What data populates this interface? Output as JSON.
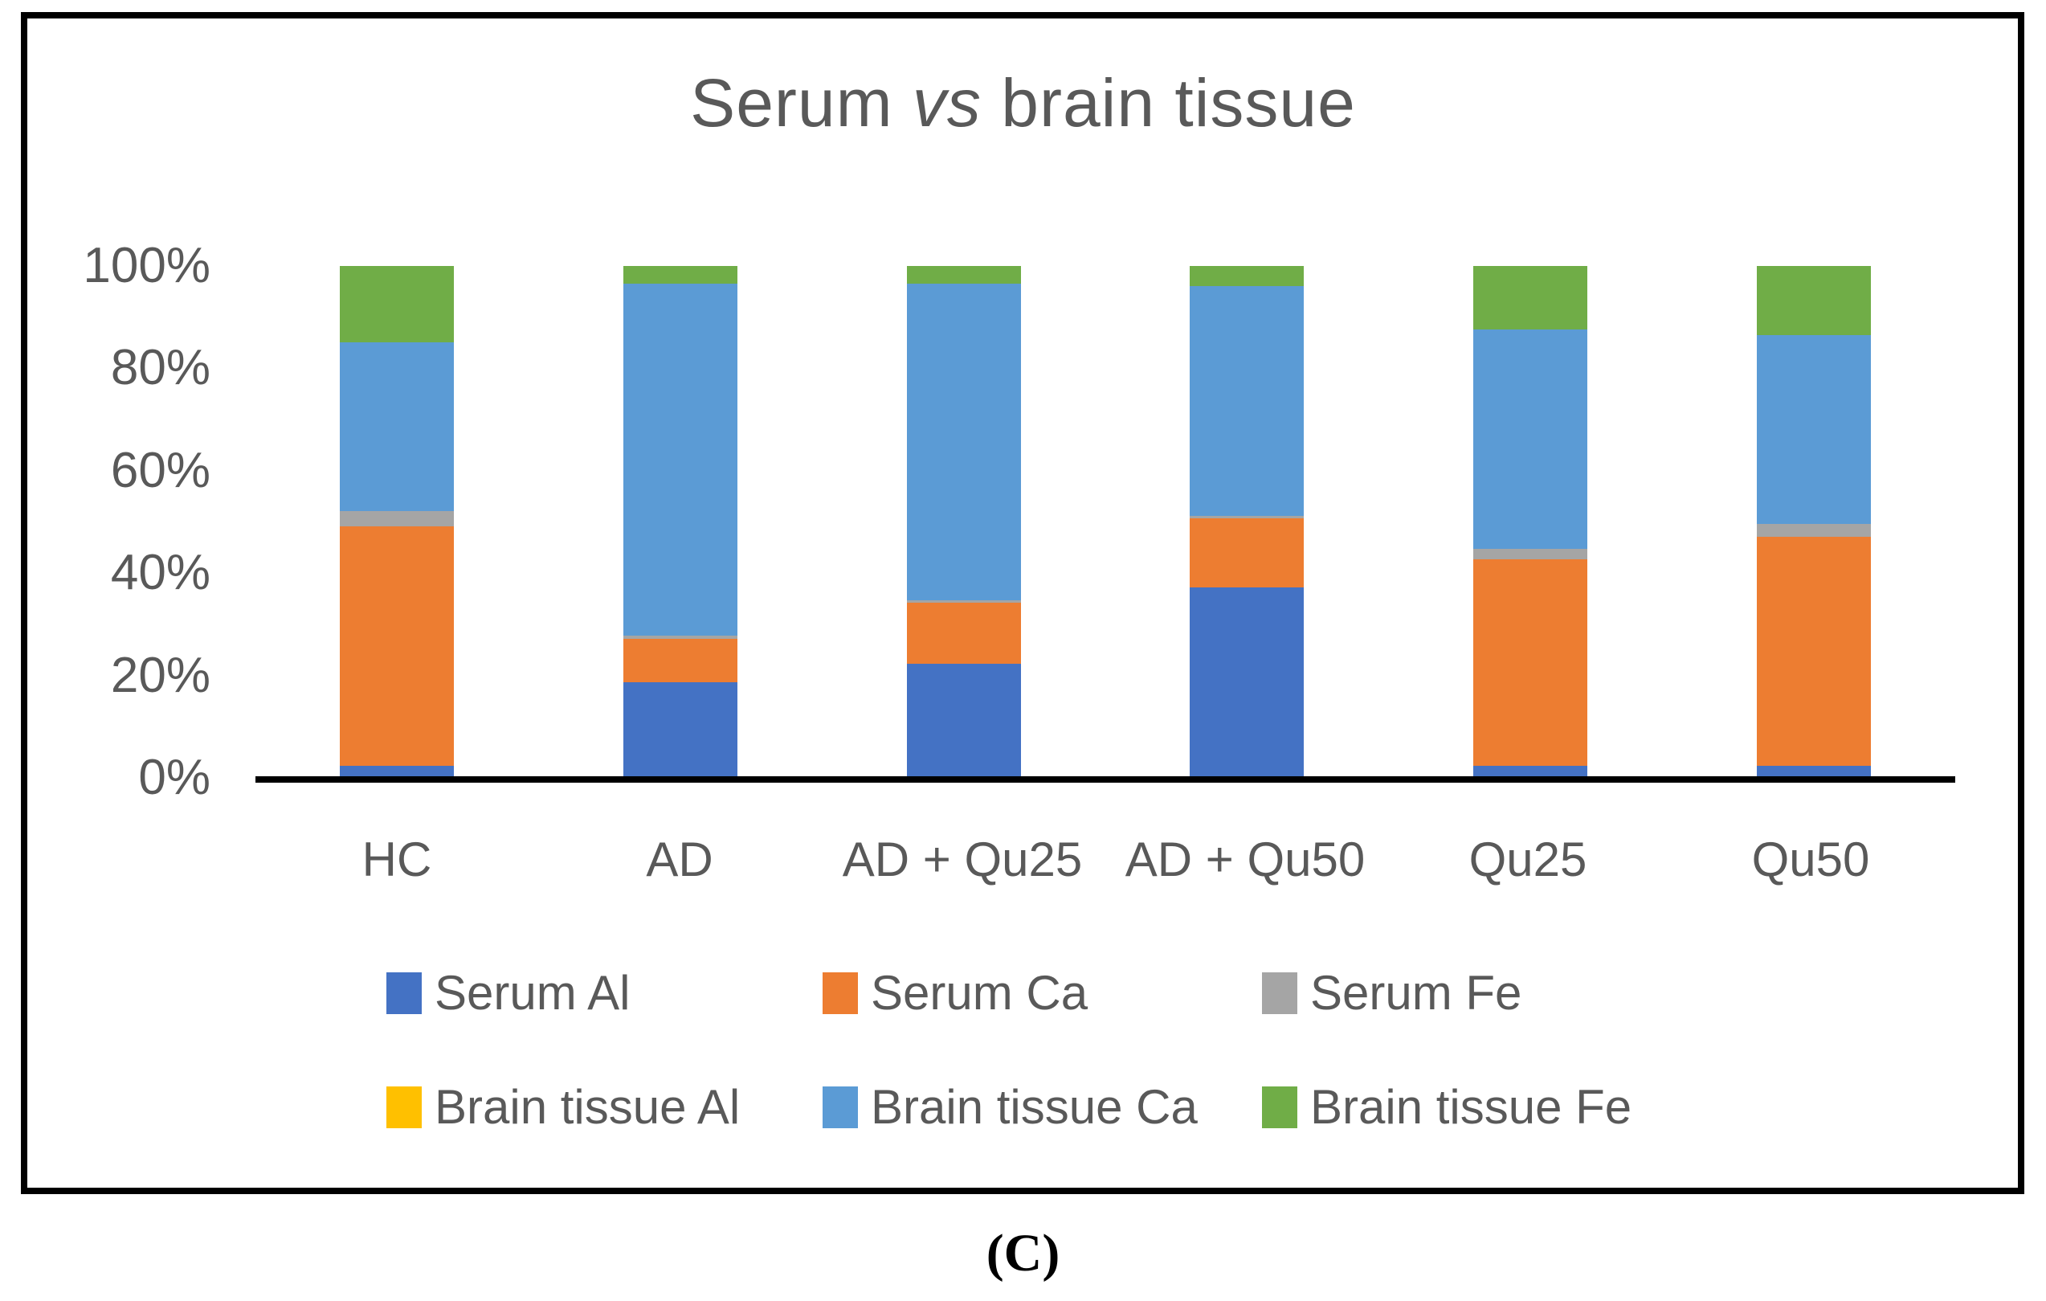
{
  "figure": {
    "caption": "(C)"
  },
  "chart_data": {
    "type": "bar",
    "variant": "100%-stacked-column",
    "title": "Serum vs brain tissue",
    "title_parts": {
      "prefix": "Serum ",
      "vs": "vs",
      "suffix": " brain tissue"
    },
    "categories": [
      "HC",
      "AD",
      "AD + Qu25",
      "AD + Qu50",
      "Qu25",
      "Qu50"
    ],
    "series": [
      {
        "name": "Serum Al",
        "color": "#4472C4",
        "values": [
          2,
          18.5,
          22,
          37,
          2,
          2
        ]
      },
      {
        "name": "Serum Ca",
        "color": "#ED7D31",
        "values": [
          47,
          8.5,
          12,
          13.5,
          40.5,
          45
        ]
      },
      {
        "name": "Serum Fe",
        "color": "#A5A5A5",
        "values": [
          3,
          0.5,
          0.5,
          0.5,
          2,
          2.5
        ]
      },
      {
        "name": "Brain tissue Al",
        "color": "#FFC000",
        "values": [
          0,
          0,
          0,
          0,
          0,
          0
        ]
      },
      {
        "name": "Brain tissue Ca",
        "color": "#5B9BD5",
        "values": [
          33,
          69,
          62,
          45,
          43,
          37
        ]
      },
      {
        "name": "Brain tissue Fe",
        "color": "#70AD47",
        "values": [
          15,
          3.5,
          3.5,
          4,
          12.5,
          13.5
        ]
      }
    ],
    "y_ticks": [
      "0%",
      "20%",
      "40%",
      "60%",
      "80%",
      "100%"
    ],
    "ylim": [
      0,
      100
    ],
    "grid": false,
    "legend_position": "bottom",
    "axis_color": "#000000",
    "text_color": "#595959"
  }
}
